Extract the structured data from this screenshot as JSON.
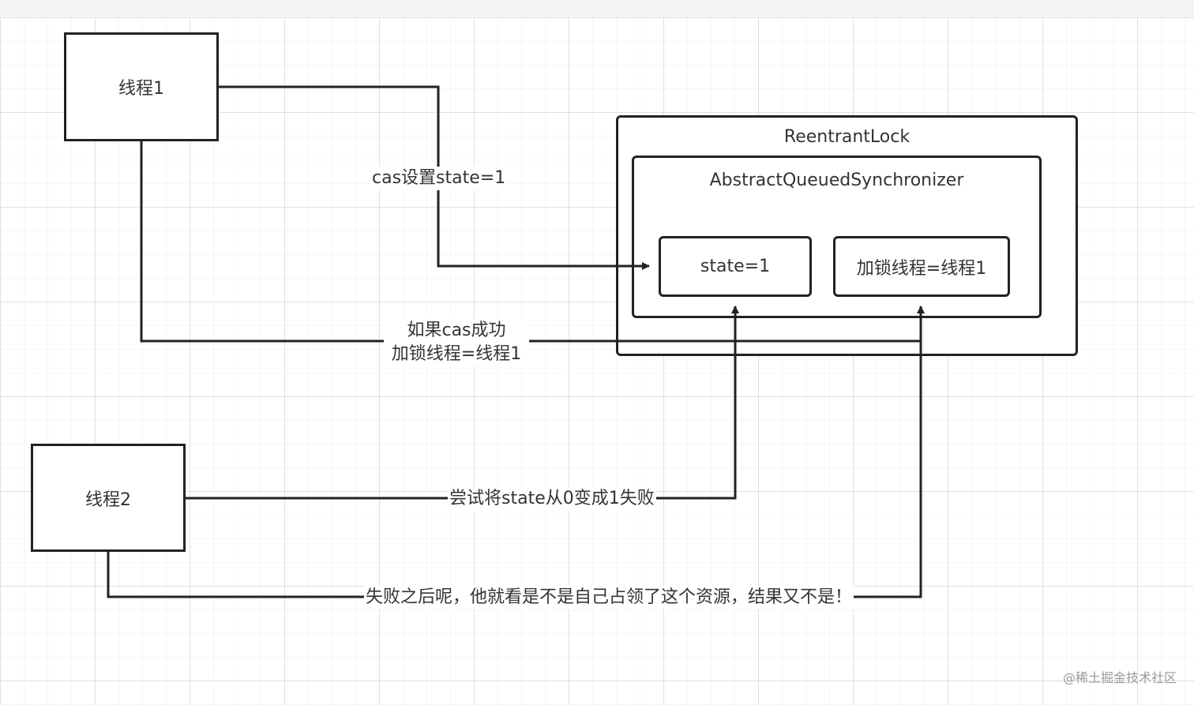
{
  "nodes": {
    "thread1": "线程1",
    "thread2": "线程2",
    "reentrant_lock": "ReentrantLock",
    "aqs": "AbstractQueuedSynchronizer",
    "state": "state=1",
    "lock_owner": "加锁线程=线程1"
  },
  "edges": {
    "cas_set_state": "cas设置state=1",
    "if_cas_success_line1": "如果cas成功",
    "if_cas_success_line2": "加锁线程=线程1",
    "try_state_fail": "尝试将state从0变成1失败",
    "after_fail_check_owner": "失败之后呢，他就看是不是自己占领了这个资源，结果又不是！"
  },
  "watermark": "@稀土掘金技术社区",
  "colors": {
    "stroke": "#222222",
    "text": "#333333",
    "grid": "#e6e6e6",
    "background": "#ffffff"
  }
}
